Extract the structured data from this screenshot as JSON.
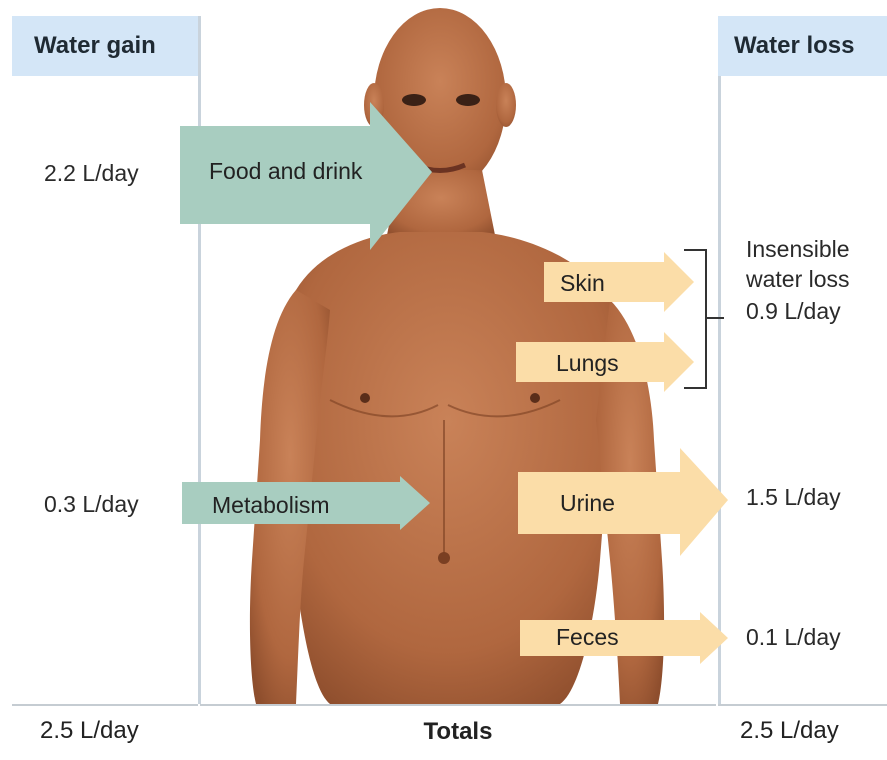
{
  "left_column": {
    "header": "Water gain",
    "food_value": "2.2 L/day",
    "metabolism_value": "0.3 L/day",
    "total": "2.5 L/day"
  },
  "right_column": {
    "header": "Water loss",
    "insensible_label_1": "Insensible",
    "insensible_label_2": "water loss",
    "insensible_value": "0.9 L/day",
    "urine_value": "1.5 L/day",
    "feces_value": "0.1 L/day",
    "total": "2.5 L/day"
  },
  "totals_label": "Totals",
  "arrows": {
    "food": "Food and drink",
    "metabolism": "Metabolism",
    "skin": "Skin",
    "lungs": "Lungs",
    "urine": "Urine",
    "feces": "Feces"
  },
  "colors": {
    "gain_arrow": "#a8cdc0",
    "loss_arrow": "#fbdda8",
    "header_bg": "#d4e6f7",
    "skin": "#b86f45"
  },
  "icons": [
    "human-figure"
  ]
}
